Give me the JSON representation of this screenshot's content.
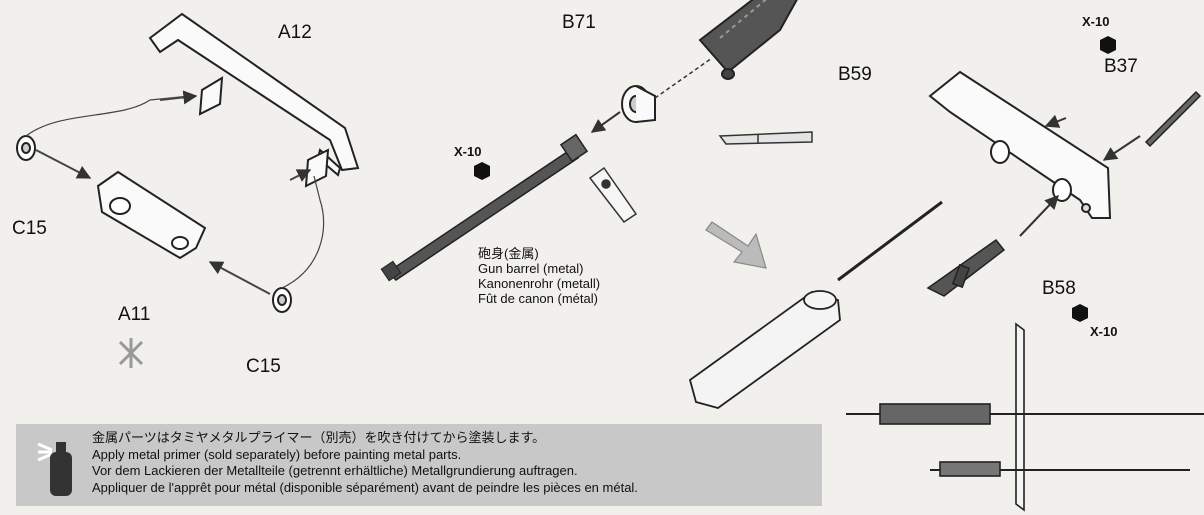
{
  "part_labels": {
    "a12": "A12",
    "c15_left": "C15",
    "a11": "A11",
    "c15_bottom": "C15",
    "b71": "B71",
    "b59": "B59",
    "b37": "B37",
    "b58": "B58"
  },
  "paint_codes": {
    "barrel": "X-10",
    "b37": "X-10",
    "b58": "X-10"
  },
  "barrel_caption": {
    "japanese": "砲身(金属)",
    "english": "Gun barrel (metal)",
    "german": "Kanonenrohr (metall)",
    "french": "Fût de canon (métal)"
  },
  "primer_note": {
    "icon": "spray-can-icon",
    "japanese": "金属パーツはタミヤメタルプライマー（別売）を吹き付けてから塗装します。",
    "english": "Apply metal primer (sold separately) before painting metal parts.",
    "german": "Vor dem Lackieren der Metallteile (getrennt erhältliche) Metallgrundierung auftragen.",
    "french": "Appliquer de l'apprêt pour métal (disponible séparément) avant de peindre les pièces en métal."
  },
  "colors": {
    "paper": "#f1f0ec",
    "ink": "#1a1a1a",
    "note_band": "#c8c8c8",
    "barrel_gray": "#555555"
  }
}
